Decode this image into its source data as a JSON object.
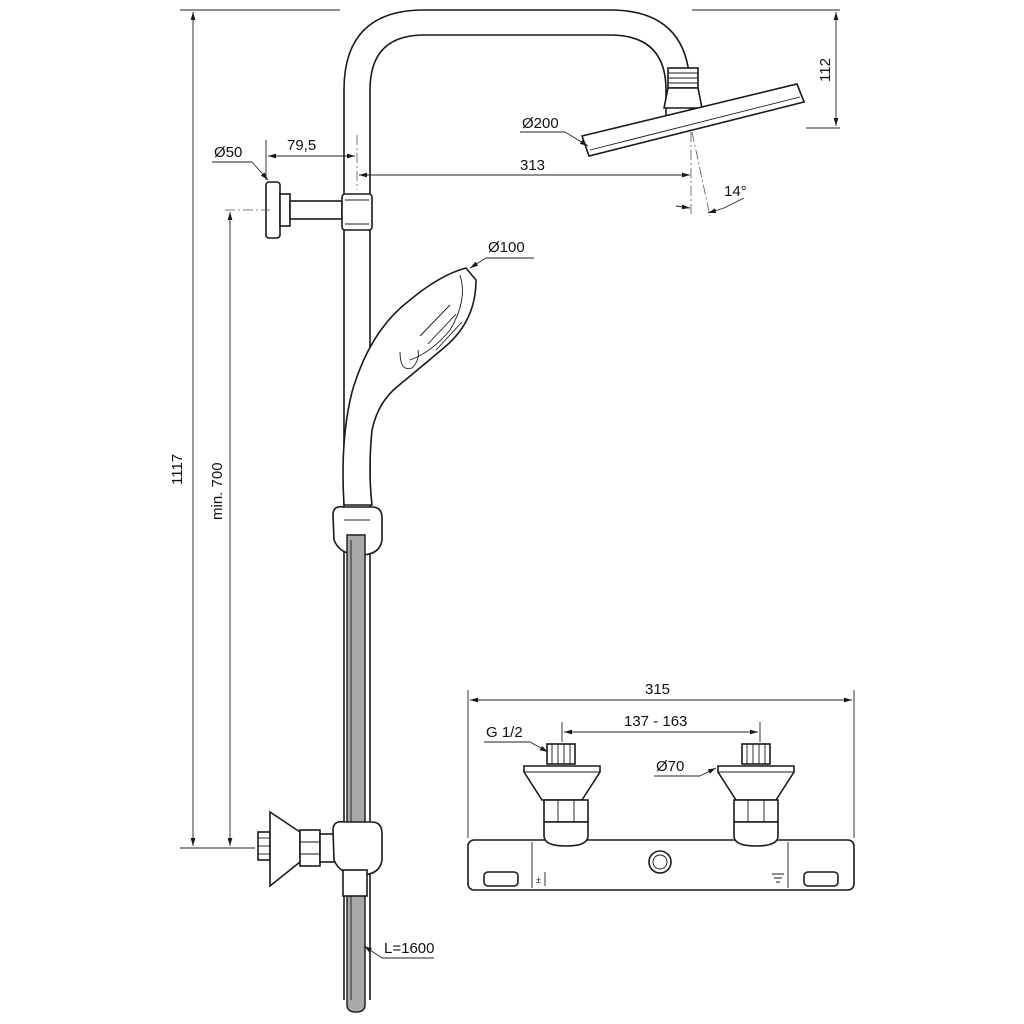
{
  "dimensions": {
    "total_height": "1117",
    "min_height": "min. 700",
    "wall_offset": "79,5",
    "wall_flange_diameter": "Ø50",
    "arm_reach": "313",
    "overhead_height": "112",
    "overhead_diameter": "Ø200",
    "tilt_angle": "14°",
    "handshower_diameter": "Ø100",
    "hose_length": "L=1600",
    "mixer_width": "315",
    "mixer_centers": "137 - 163",
    "inlet_thread": "G 1/2",
    "escutcheon_diameter": "Ø70"
  },
  "icons": {
    "temperature_marker": "thermometer-scale-icon",
    "shower_marker": "shower-icon"
  },
  "colors": {
    "line": "#1a1a1a",
    "hose_fill": "#a9a9a9",
    "background": "#ffffff"
  }
}
